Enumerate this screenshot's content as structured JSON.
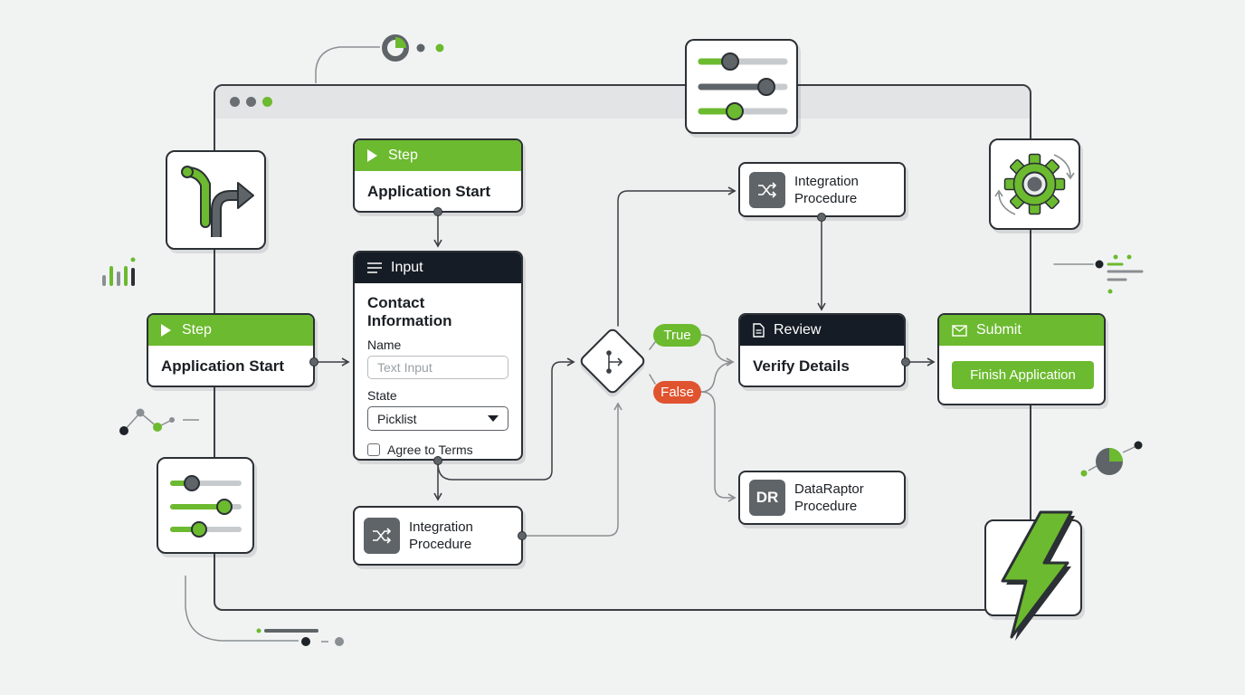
{
  "colors": {
    "accent_green": "#6cba2f",
    "dark_header": "#161c25",
    "false_red": "#e0532f",
    "icon_gray": "#5f6468",
    "line": "#3a3f44"
  },
  "nodes": {
    "step_top": {
      "header": "Step",
      "title": "Application Start"
    },
    "step_left": {
      "header": "Step",
      "title": "Application Start"
    },
    "input": {
      "header": "Input",
      "title": "Contact Information",
      "name_label": "Name",
      "name_placeholder": "Text Input",
      "state_label": "State",
      "state_value": "Picklist",
      "checkbox_label": "Agree to Terms"
    },
    "integration_bottom": {
      "line1": "Integration",
      "line2": "Procedure",
      "icon": "shuffle-icon"
    },
    "integration_top": {
      "line1": "Integration",
      "line2": "Procedure",
      "icon": "shuffle-icon"
    },
    "review": {
      "header": "Review",
      "title": "Verify Details"
    },
    "submit": {
      "header": "Submit",
      "button": "Finish Application"
    },
    "dataraptor": {
      "icon_text": "DR",
      "line1": "DataRaptor",
      "line2": "Procedure"
    },
    "decision": {
      "true_label": "True",
      "false_label": "False",
      "icon": "branch-icon"
    }
  },
  "tiles": [
    "route-icon",
    "sliders-icon",
    "gear-sync-icon",
    "lightning-icon"
  ]
}
